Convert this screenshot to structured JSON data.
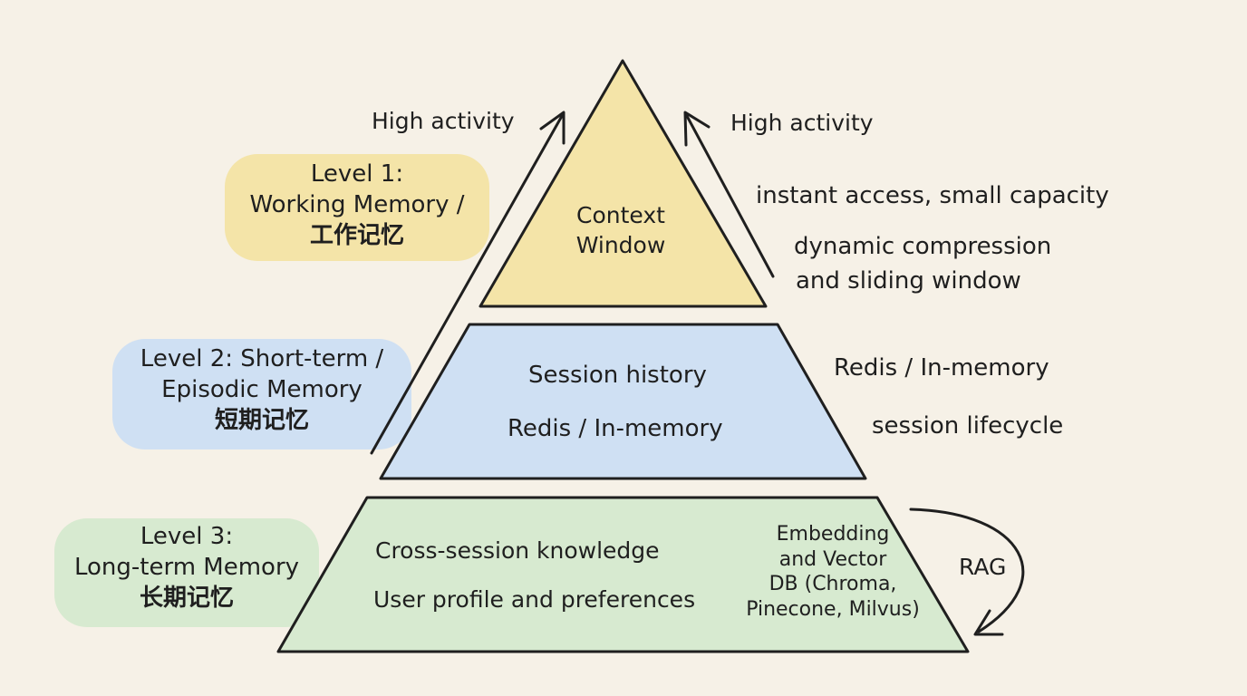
{
  "colors": {
    "background": "#f6f1e7",
    "level1_fill": "#f4e4a8",
    "level2_fill": "#cfe0f3",
    "level3_fill": "#d7ead0",
    "stroke": "#1f1f1f"
  },
  "arrows": {
    "left_label": "High activity",
    "right_label": "High activity",
    "rag_label": "RAG"
  },
  "levels": {
    "level1": {
      "title": "Level 1:",
      "name": "Working Memory /",
      "name_cn": "工作记忆",
      "tier_text": [
        "Context",
        "Window"
      ],
      "notes": [
        "instant access, small capacity",
        "dynamic compression",
        "and sliding window"
      ]
    },
    "level2": {
      "title": "Level 2: Short-term /",
      "name": "Episodic Memory",
      "name_cn": "短期记忆",
      "tier_text": [
        "Session history",
        "Redis / In-memory"
      ],
      "notes": [
        "Redis / In-memory",
        "session lifecycle"
      ]
    },
    "level3": {
      "title": "Level 3:",
      "name": "Long-term Memory",
      "name_cn": "长期记忆",
      "tier_text": [
        "Cross-session knowledge",
        "User profile and preferences"
      ],
      "side_text": [
        "Embedding",
        "and Vector",
        "DB (Chroma,",
        "Pinecone, Milvus)"
      ]
    }
  }
}
